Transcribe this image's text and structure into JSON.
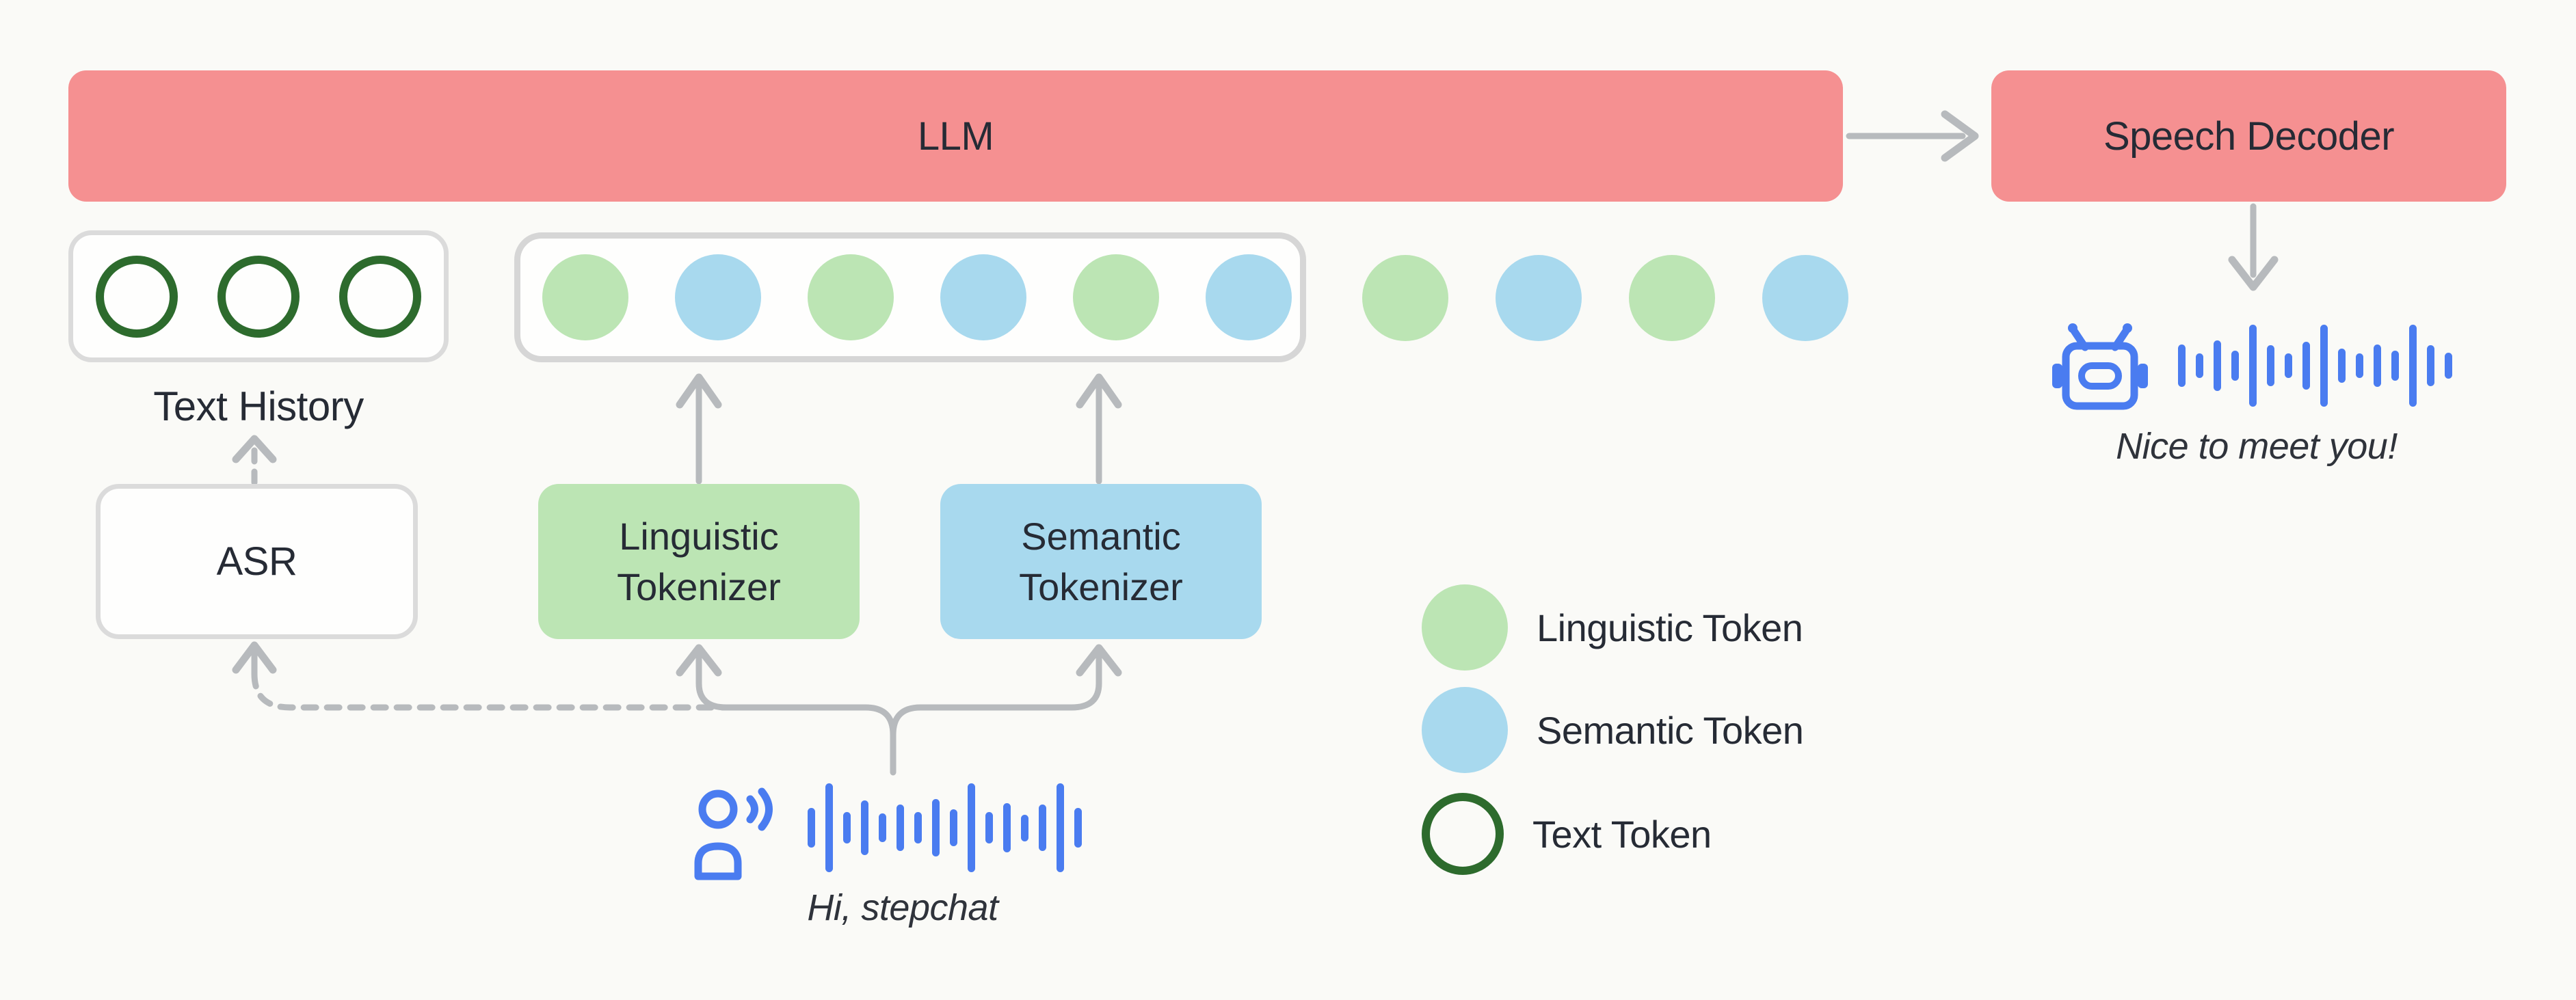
{
  "colors": {
    "bg": "#FAFAF7",
    "salmon": "#F59091",
    "green": "#BCE5B4",
    "blue": "#A8D9EE",
    "ring-green": "#2D6B2D",
    "arrow": "#B7BABD",
    "border": "#DBDBDB",
    "box-bg": "#FEFEFD",
    "text": "#262B35",
    "icon-blue": "#4A7CF0"
  },
  "nodes": {
    "llm": {
      "label": "LLM"
    },
    "speech_decoder": {
      "label": "Speech Decoder"
    },
    "text_history": {
      "label": "Text History"
    },
    "asr": {
      "label": "ASR"
    },
    "linguistic_tokenizer": {
      "label": "Linguistic Tokenizer"
    },
    "semantic_tokenizer": {
      "label": "Semantic Tokenizer"
    }
  },
  "tokens": {
    "history": [
      "text",
      "text",
      "text"
    ],
    "context": [
      "linguistic",
      "semantic",
      "linguistic",
      "semantic",
      "linguistic",
      "semantic"
    ],
    "generated": [
      "linguistic",
      "semantic",
      "linguistic",
      "semantic"
    ]
  },
  "legend": {
    "items": [
      {
        "swatch": "linguistic",
        "label": "Linguistic Token"
      },
      {
        "swatch": "semantic",
        "label": "Semantic Token"
      },
      {
        "swatch": "text",
        "label": "Text Token"
      }
    ]
  },
  "input": {
    "caption": "Hi, stepchat"
  },
  "output": {
    "caption": "Nice to meet you!"
  },
  "waveforms": {
    "input": [
      0.44,
      1.0,
      0.36,
      0.62,
      0.32,
      0.52,
      0.36,
      0.64,
      0.42,
      1.0,
      0.36,
      0.56,
      0.3,
      0.52,
      1.0,
      0.44
    ],
    "output": [
      0.52,
      0.3,
      0.62,
      0.36,
      1.0,
      0.5,
      0.3,
      0.58,
      1.0,
      0.42,
      0.3,
      0.52,
      0.36,
      1.0,
      0.5,
      0.32
    ]
  }
}
